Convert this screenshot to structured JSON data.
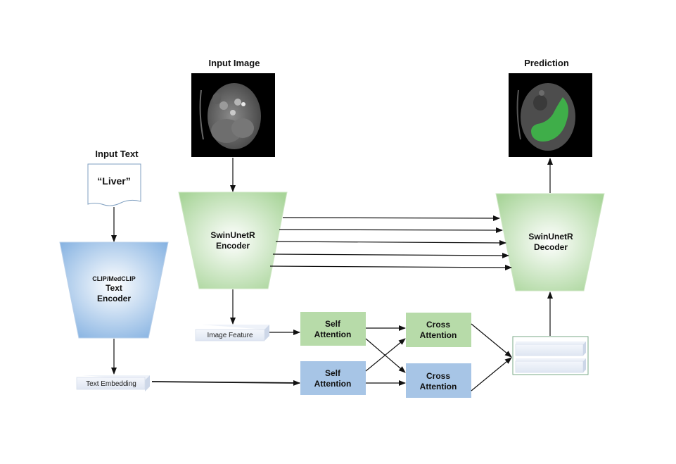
{
  "labels": {
    "input_image": "Input Image",
    "prediction": "Prediction",
    "input_text": "Input Text",
    "text_value": "“Liver”",
    "encoder_line1": "SwinUnetR",
    "encoder_line2": "Encoder",
    "decoder_line1": "SwinUnetR",
    "decoder_line2": "Decoder",
    "clip_line1": "CLIP/MedCLIP",
    "clip_line2": "Text",
    "clip_line3": "Encoder",
    "image_feature": "Image Feature",
    "text_embedding": "Text Embedding",
    "self_attention_1_line1": "Self",
    "self_attention_1_line2": "Attention",
    "self_attention_2_line1": "Self",
    "self_attention_2_line2": "Attention",
    "cross_attention_1_line1": "Cross",
    "cross_attention_1_line2": "Attention",
    "cross_attention_2_line1": "Cross",
    "cross_attention_2_line2": "Attention"
  },
  "colors": {
    "green_fill": "#b7dba9",
    "green_light": "#e9f5e4",
    "blue_fill": "#a7c5e6",
    "blue_light": "#e6f0fa",
    "prediction_overlay": "#3fae49",
    "arrow": "#111111"
  }
}
